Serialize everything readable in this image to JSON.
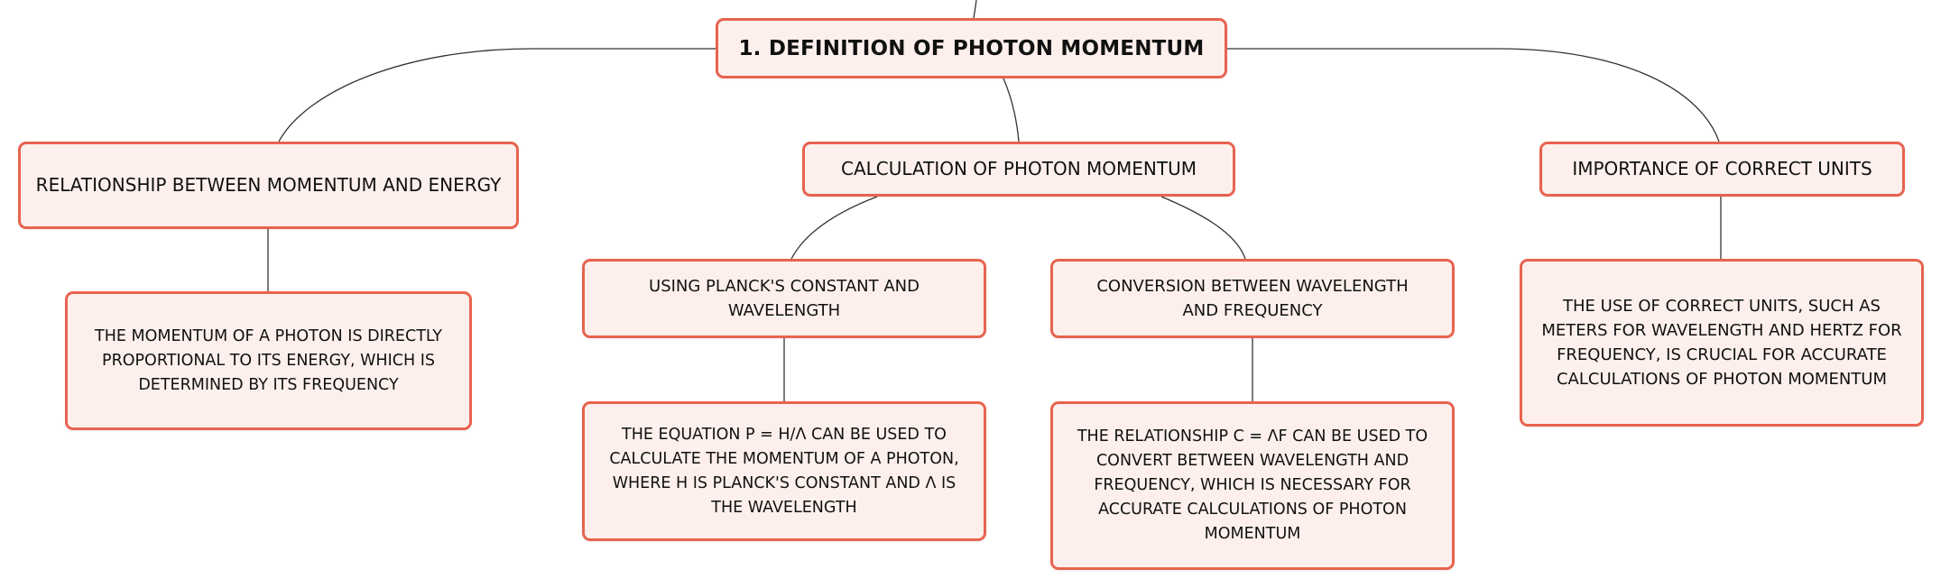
{
  "diagram": {
    "root": {
      "label": "1. DEFINITION OF PHOTON MOMENTUM"
    },
    "branches": {
      "relationship": {
        "label": "RELATIONSHIP BETWEEN MOMENTUM AND ENERGY",
        "detail": "THE MOMENTUM OF A PHOTON IS DIRECTLY PROPORTIONAL TO ITS ENERGY, WHICH IS DETERMINED BY ITS FREQUENCY"
      },
      "calculation": {
        "label": "CALCULATION OF PHOTON MOMENTUM",
        "planck": {
          "label": "USING PLANCK'S CONSTANT AND WAVELENGTH",
          "detail": "THE EQUATION P = H/Λ CAN BE USED TO CALCULATE THE MOMENTUM OF A PHOTON, WHERE H IS PLANCK'S CONSTANT AND Λ IS THE WAVELENGTH"
        },
        "conversion": {
          "label": "CONVERSION BETWEEN WAVELENGTH AND FREQUENCY",
          "detail": "THE RELATIONSHIP C = ΛF CAN BE USED TO CONVERT BETWEEN WAVELENGTH AND FREQUENCY, WHICH IS NECESSARY FOR ACCURATE CALCULATIONS OF PHOTON MOMENTUM"
        }
      },
      "units": {
        "label": "IMPORTANCE OF CORRECT UNITS",
        "detail": "THE USE OF CORRECT UNITS, SUCH AS METERS FOR WAVELENGTH AND HERTZ FOR FREQUENCY, IS CRUCIAL FOR ACCURATE CALCULATIONS OF PHOTON MOMENTUM"
      }
    },
    "colors": {
      "node_fill": "#fdf0ec",
      "node_border": "#e8634f",
      "connector": "#333333",
      "text": "#111111"
    }
  }
}
